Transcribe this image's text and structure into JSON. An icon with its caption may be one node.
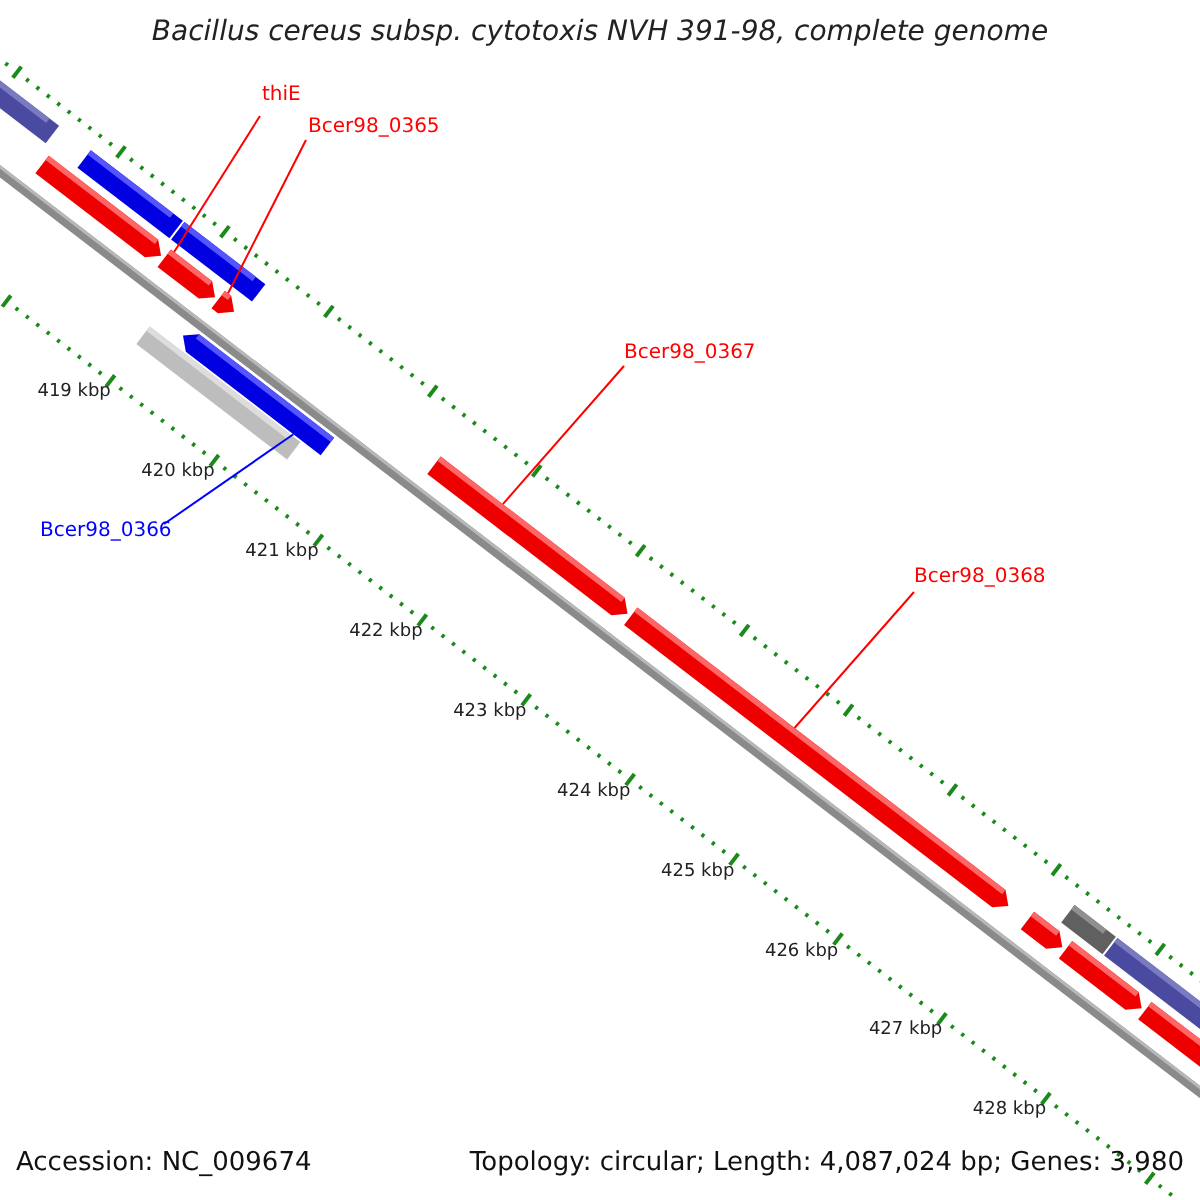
{
  "diagram": {
    "title": "Bacillus cereus subsp. cytotoxis NVH 391-98, complete genome",
    "nodes": [
      {
        "text": [
          "thiE"
        ]
      },
      {
        "text": [
          "Bcer98_0365"
        ]
      },
      {
        "text": [
          "Bcer98_0366"
        ]
      },
      {
        "text": [
          "Bcer98_0367"
        ]
      },
      {
        "text": [
          "Bcer98_0368"
        ]
      },
      {
        "text": [],
        "shape": "bar"
      },
      {
        "text": [],
        "shape": "bar"
      },
      {
        "text": [],
        "shape": "bar"
      },
      {
        "text": [],
        "shape": "bar"
      },
      {
        "text": [],
        "shape": "bar"
      }
    ],
    "edges": [
      {
        "from": 0,
        "to": 5,
        "arrow": "none",
        "color": "#ff0000"
      },
      {
        "from": 1,
        "to": 6,
        "arrow": "none",
        "color": "#ff0000"
      },
      {
        "from": 2,
        "to": 7,
        "arrow": "none",
        "color": "#0000ff"
      },
      {
        "from": 3,
        "to": 8,
        "arrow": "none",
        "color": "#ff0000"
      },
      {
        "from": 4,
        "to": 9,
        "arrow": "none",
        "color": "#ff0000"
      }
    ],
    "labels": [
      "419 kbp",
      "420 kbp",
      "421 kbp",
      "422 kbp",
      "423 kbp",
      "424 kbp",
      "425 kbp",
      "426 kbp",
      "427 kbp",
      "428 kbp",
      "Accession: NC_009674",
      "Topology: circular; Length: 4,087,024 bp; Genes: 3,980"
    ]
  }
}
